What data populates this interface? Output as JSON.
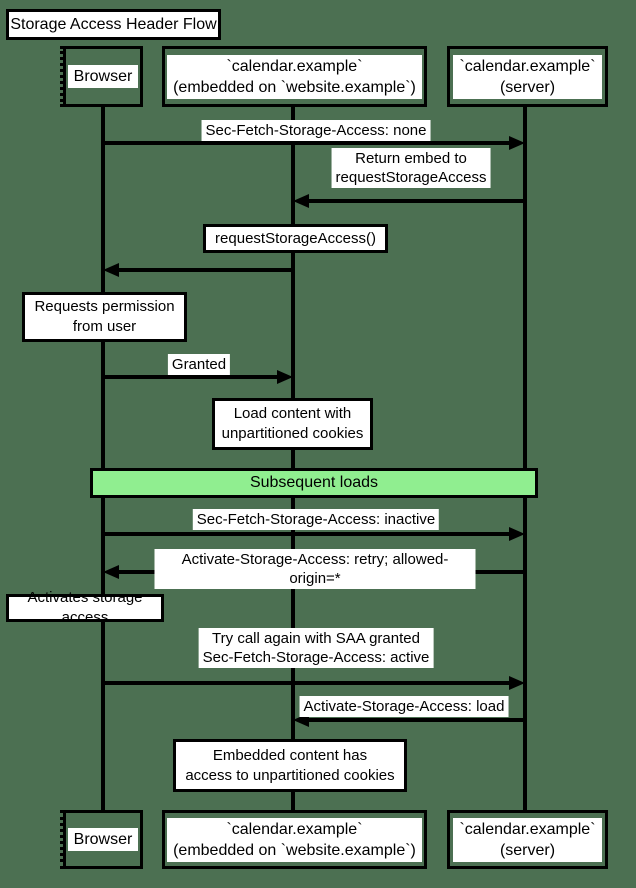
{
  "title": "Storage Access Header Flow",
  "participants": [
    {
      "id": "browser",
      "label": "Browser"
    },
    {
      "id": "embed",
      "label": "`calendar.example`\n(embedded on `website.example`)"
    },
    {
      "id": "server",
      "label": "`calendar.example`\n(server)"
    }
  ],
  "messages": [
    {
      "label": "Sec-Fetch-Storage-Access: none",
      "from": "browser",
      "to": "server"
    },
    {
      "label": "Return embed to\nrequestStorageAccess",
      "from": "server",
      "to": "embed"
    },
    {
      "label": "requestStorageAccess()",
      "from": "embed",
      "to": "browser",
      "boxed": true
    },
    {
      "label": "Granted",
      "from": "browser",
      "to": "embed"
    },
    {
      "label": "Sec-Fetch-Storage-Access: inactive",
      "from": "browser",
      "to": "server"
    },
    {
      "label": "Activate-Storage-Access: retry; allowed-origin=*",
      "from": "server",
      "to": "browser"
    },
    {
      "label": "Try call again with SAA granted\nSec-Fetch-Storage-Access: active",
      "from": "browser",
      "to": "server"
    },
    {
      "label": "Activate-Storage-Access: load",
      "from": "server",
      "to": "embed"
    }
  ],
  "notes": [
    {
      "label": "Requests permission\nfrom user",
      "over": "browser"
    },
    {
      "label": "Load content with\nunpartitioned cookies",
      "over": "embed"
    },
    {
      "label": "Activates storage access",
      "over": "browser"
    },
    {
      "label": "Embedded content has\naccess to unpartitioned cookies",
      "over": "embed"
    }
  ],
  "band": {
    "label": "Subsequent loads"
  },
  "colors": {
    "background": "#4c7052",
    "band_bg": "#90ee90",
    "line": "#000000",
    "note_bg": "#ffffff"
  }
}
